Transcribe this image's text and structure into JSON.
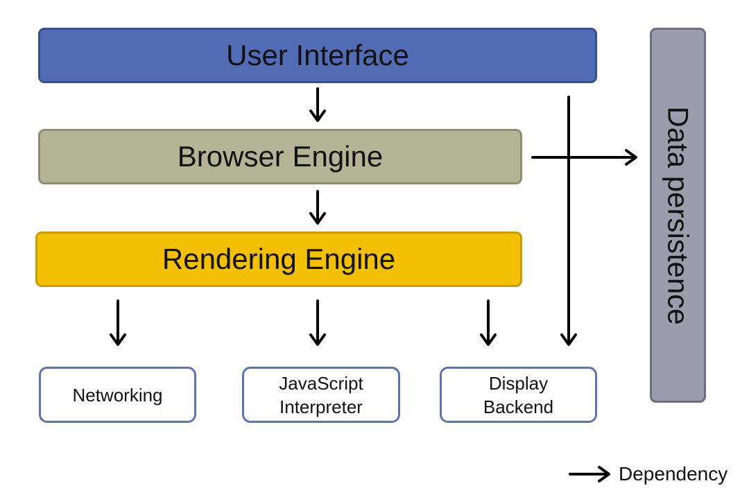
{
  "layers": {
    "user_interface": "User Interface",
    "browser_engine": "Browser Engine",
    "rendering_engine": "Rendering Engine",
    "data_persistence": "Data persistence"
  },
  "components": {
    "networking": "Networking",
    "javascript_interpreter": "JavaScript\nInterpreter",
    "display_backend": "Display\nBackend"
  },
  "legend": {
    "dependency": "Dependency"
  },
  "colors": {
    "user_interface": "#516bb5",
    "browser_engine": "#b3b395",
    "rendering_engine": "#f3c000",
    "data_persistence": "#9c9cac",
    "component_border": "#5c72b6",
    "arrow": "#000000"
  }
}
